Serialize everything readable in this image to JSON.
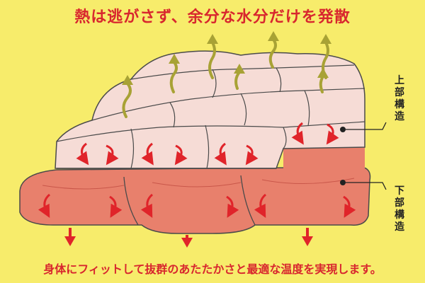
{
  "headline": "熱は逃がさず、余分な水分だけを発散",
  "footer": "身体にフィットして抜群のあたたかさと最適な温度を実現します。",
  "labels": {
    "upper": "上部構造",
    "lower": "下部構造"
  },
  "colors": {
    "background": "#f7ec6b",
    "upper_fill": "#f6dcd6",
    "lower_fill": "#e8806c",
    "arrow_red": "#e0242a",
    "vapor": "#a8a235",
    "outline": "#4a4a4a"
  }
}
